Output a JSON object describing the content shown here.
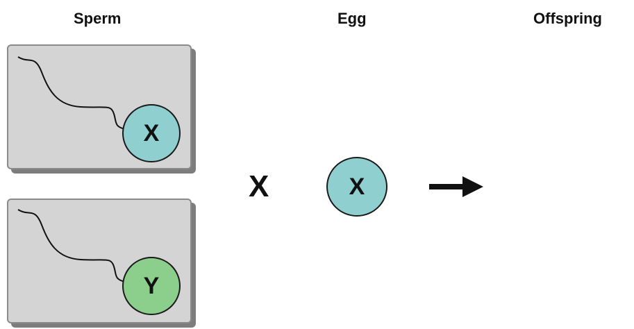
{
  "headings": {
    "sperm": "Sperm",
    "egg": "Egg",
    "offspring": "Offspring"
  },
  "sperm_cells": [
    {
      "chromosome": "X",
      "color": "#8fcfcf"
    },
    {
      "chromosome": "Y",
      "color": "#8cce8c"
    }
  ],
  "cross_symbol": "X",
  "egg_cell": {
    "chromosome": "X",
    "color": "#8fcfcf"
  },
  "arrow_icon": "right-arrow-icon"
}
